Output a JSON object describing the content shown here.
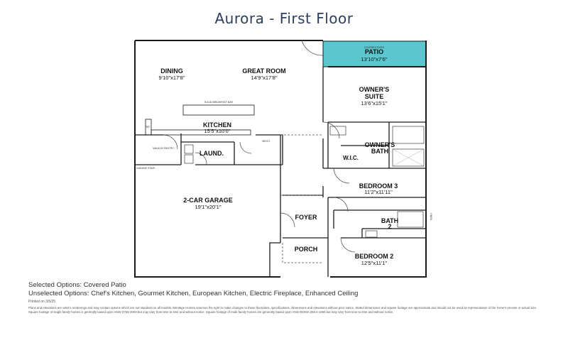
{
  "title": "Aurora - First Floor",
  "rooms": {
    "patio": {
      "name": "PATIO",
      "dim": "13'10\"x7'6\"",
      "tag": "COVERED PATIO"
    },
    "dining": {
      "name": "DINING",
      "dim": "9'10\"x17'8\""
    },
    "great_room": {
      "name": "GREAT ROOM",
      "dim": "14'9\"x17'8\""
    },
    "owners_suite": {
      "name": "OWNER'S SUITE",
      "line1": "OWNER'S",
      "line2": "SUITE",
      "dim": "13'6\"x15'1\""
    },
    "kitchen": {
      "name": "KITCHEN",
      "dim": "15'5\"x10'0\""
    },
    "owners_bath": {
      "name": "OWNER'S BATH",
      "line1": "OWNER'S",
      "line2": "BATH"
    },
    "wic": {
      "name": "W.I.C."
    },
    "laund": {
      "name": "LAUND."
    },
    "bedroom3": {
      "name": "BEDROOM 3",
      "dim": "11'2\"x11'11\""
    },
    "garage": {
      "name": "2-CAR GARAGE",
      "dim": "19'1\"x20'1\""
    },
    "foyer": {
      "name": "FOYER"
    },
    "bath2": {
      "name": "BATH",
      "num": "2"
    },
    "porch": {
      "name": "PORCH"
    },
    "bedroom2": {
      "name": "BEDROOM 2",
      "dim": "12'5\"x11'1\""
    }
  },
  "small_labels": {
    "breakfast_bar": "SOLID BREAKFAST BAR",
    "walkin_pantry": "WALK-IN PANTRY",
    "mech": "MECH.",
    "garage_step": "GARAGE STAIR",
    "ref": "REF",
    "linen": "LINEN"
  },
  "options": {
    "selected": "Selected Options: Covered Patio",
    "unselected": "Unselected Options: Chef's Kitchen, Gourmet Kitchen, European Kitchen, Electric Fireplace, Enhanced Ceiling",
    "printed": "Printed on 3/5/25"
  },
  "disclaimer": "Plans and elevations are artist's renderings and may contain options which are not standard on all models. Meritage Homes reserves the right to make changes to these floorplans, specifications, dimensions and elevations without prior notice. Stated dimensions and square footage are approximate and should not be used as representation of the home's precise or actual size. Square footage of single family homes is generally based upon ANSI Z765-2003 but may vary from time to time and without notice. Square footage of multi-family homes are generally based upon ANSI BOMA Z65.4-1996 but may vary from time to time and without notice.",
  "colors": {
    "title": "#2b3e5c",
    "patio": "#5cc6cf",
    "wall": "#1a1a1a"
  }
}
